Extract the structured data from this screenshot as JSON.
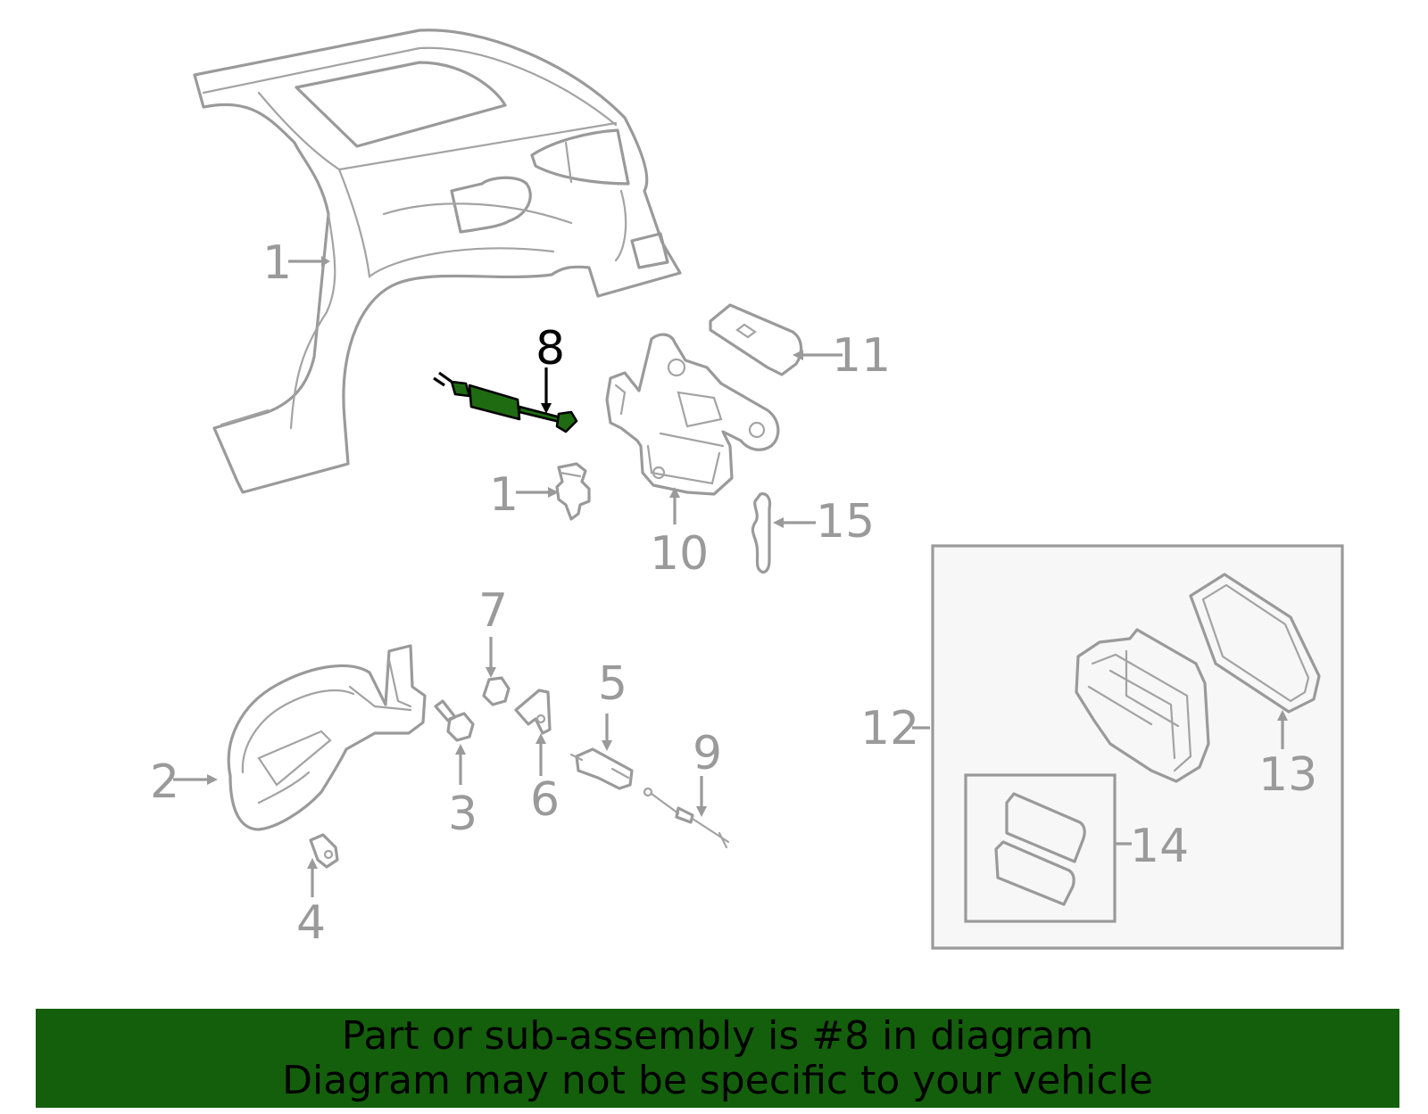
{
  "diagram": {
    "callouts": {
      "c1_panel": "1",
      "c1_clip": "1",
      "c2": "2",
      "c3": "3",
      "c4": "4",
      "c5": "5",
      "c6": "6",
      "c7": "7",
      "c8": "8",
      "c9": "9",
      "c10": "10",
      "c11": "11",
      "c12": "12",
      "c13": "13",
      "c14": "14",
      "c15": "15"
    },
    "highlighted_part": "8",
    "colors": {
      "line": "#9a9a9a",
      "highlight_fill": "#1f6b12",
      "footer_bg": "#145f0c",
      "inset_bg": "#f7f7f7"
    }
  },
  "footer": {
    "line1": "Part or sub-assembly is #8 in diagram",
    "line2": "Diagram may not be specific to your vehicle"
  }
}
